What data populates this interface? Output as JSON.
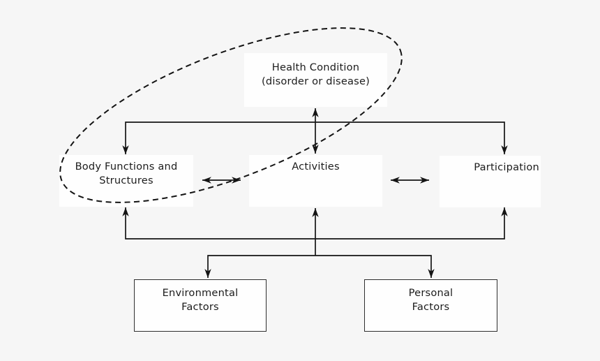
{
  "diagram": {
    "type": "flow-diagram",
    "background_color": "#f6f6f6",
    "line_color": "#141414",
    "box_fill": "#fefefe",
    "bordered_box_border_color": "#2e2e2e",
    "nodes": {
      "health_condition": {
        "line1": "Health Condition",
        "line2": "(disorder or disease)"
      },
      "body_functions": {
        "line1": "Body Functions and",
        "line2": "Structures"
      },
      "activities": {
        "line1": "Activities"
      },
      "participation": {
        "line1": "Participation"
      },
      "environmental_factors": {
        "line1": "Environmental",
        "line2": "Factors"
      },
      "personal_factors": {
        "line1": "Personal",
        "line2": "Factors"
      }
    },
    "edges": [
      {
        "from": "health_condition",
        "to": "body_functions",
        "type": "arrow"
      },
      {
        "from": "health_condition",
        "to": "activities",
        "type": "double-arrow"
      },
      {
        "from": "health_condition",
        "to": "participation",
        "type": "arrow"
      },
      {
        "from": "body_functions",
        "to": "activities",
        "type": "double-arrow"
      },
      {
        "from": "activities",
        "to": "participation",
        "type": "double-arrow"
      },
      {
        "from": "factors_bus",
        "to": "body_functions",
        "type": "arrow"
      },
      {
        "from": "factors_bus",
        "to": "activities",
        "type": "arrow"
      },
      {
        "from": "factors_bus",
        "to": "participation",
        "type": "arrow"
      },
      {
        "from": "factors_bus",
        "to": "environmental_factors",
        "type": "arrow"
      },
      {
        "from": "factors_bus",
        "to": "personal_factors",
        "type": "arrow"
      }
    ],
    "annotations": {
      "dashed_ellipse_encloses": [
        "health_condition",
        "body_functions"
      ]
    }
  }
}
